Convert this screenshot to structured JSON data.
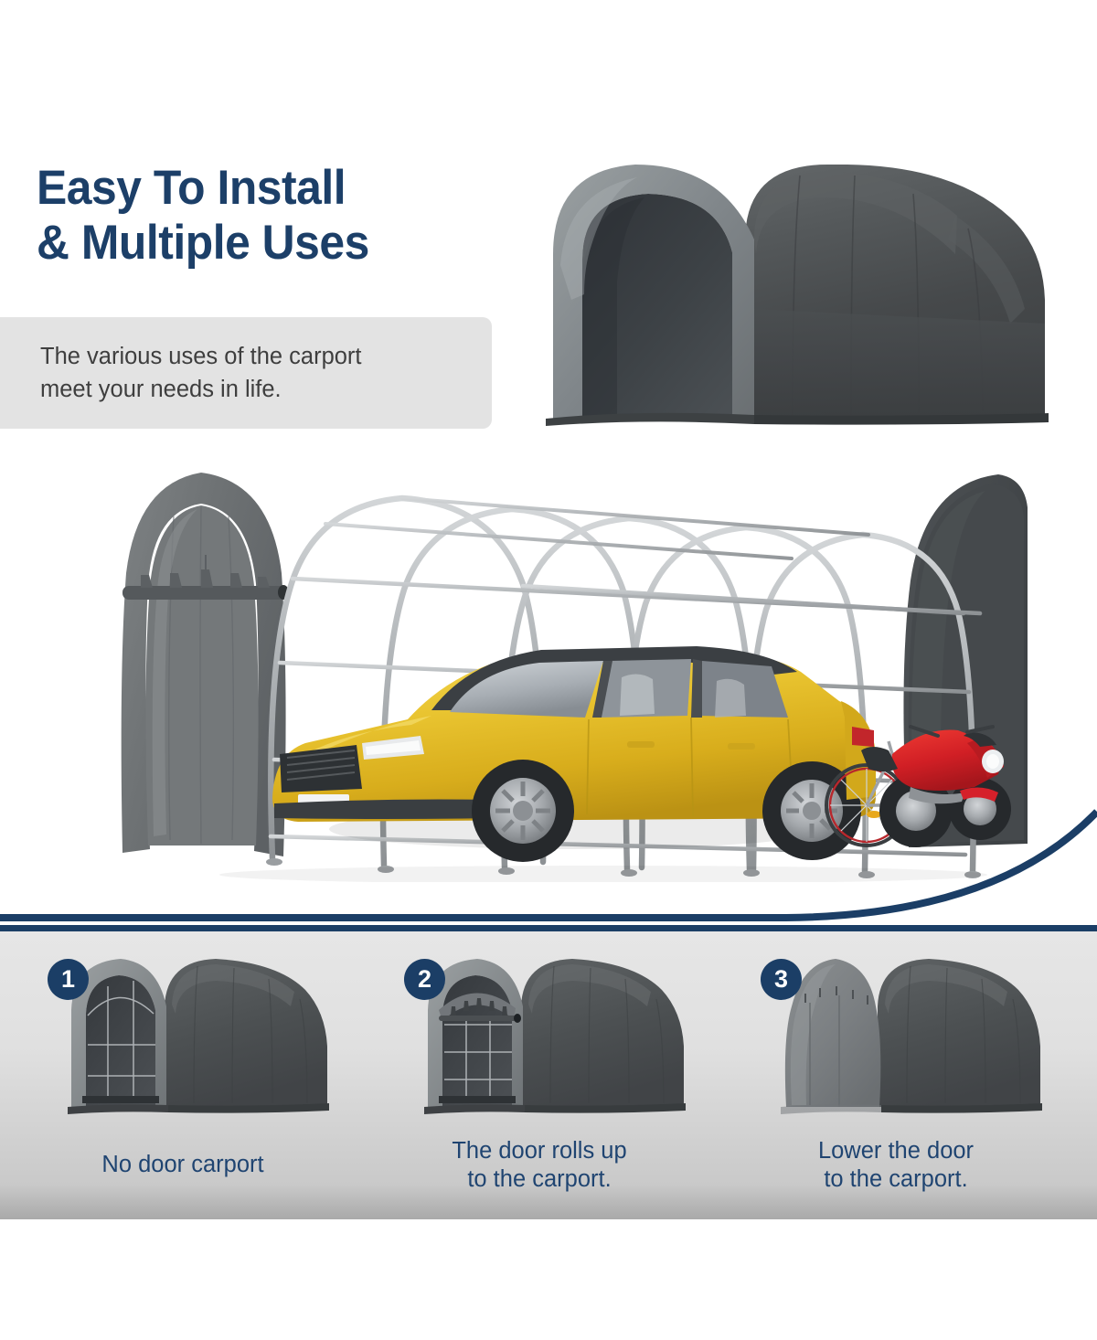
{
  "headline": {
    "line1": "Easy To Install",
    "line2": "& Multiple Uses"
  },
  "subtitle": {
    "line1": "The various uses of the carport",
    "line2": "meet your needs in life."
  },
  "colors": {
    "navy": "#1b3e66",
    "headline_navy": "#1c3f68",
    "caption_blue": "#1f4471",
    "subtitle_box_gray": "#e3e3e3",
    "panel_gray": "#d6d6d6",
    "canopy_dark": "#474a4c",
    "canopy_mid": "#5d6163",
    "canopy_light": "#8b8f91",
    "frame_silver": "#b9bcbf",
    "car_yellow": "#e8c22a",
    "moto_red": "#d5202a",
    "background_white": "#ffffff"
  },
  "images": {
    "roof_product": {
      "name": "carport-roof-canopy-image",
      "alt": "Dark gray arched carport roof canopy"
    },
    "carport_scene": {
      "name": "carport-with-vehicles-image",
      "alt": "Carport frame with yellow SUV, red motorcycle and bicycle under it"
    }
  },
  "steps": [
    {
      "number": "1",
      "caption_line1": "No door carport",
      "caption_line2": "",
      "image_name": "carport-no-door-image"
    },
    {
      "number": "2",
      "caption_line1": "The door rolls up",
      "caption_line2": "to the carport.",
      "image_name": "carport-door-rolled-up-image"
    },
    {
      "number": "3",
      "caption_line1": "Lower the door",
      "caption_line2": "to the carport.",
      "image_name": "carport-door-lowered-image"
    }
  ]
}
